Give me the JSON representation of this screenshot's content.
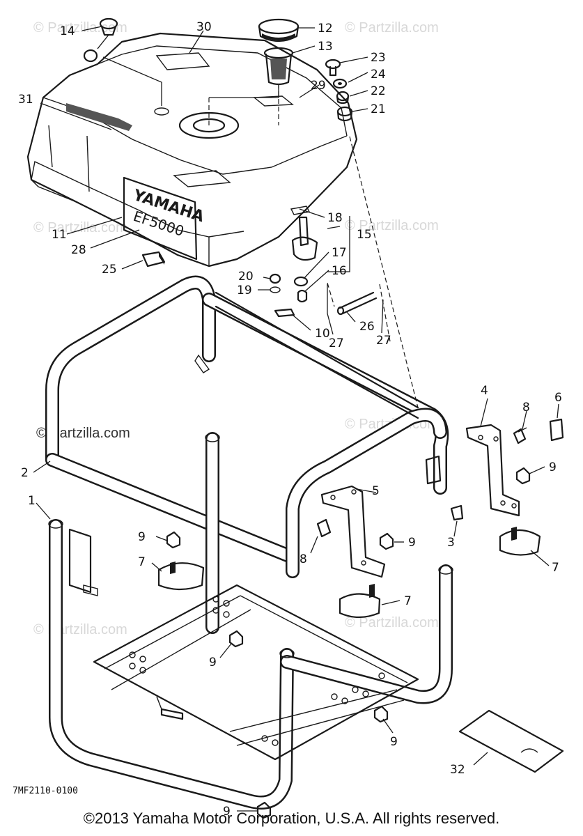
{
  "diagram": {
    "title": "",
    "drawing_code": "7MF2110-0100",
    "copyright": "©2013 Yamaha Motor Corporation, U.S.A. All rights reserved.",
    "watermark": "© Partzilla.com",
    "tank_brand": "YAMAHA",
    "tank_model": "EF5000",
    "callouts": {
      "c1": "1",
      "c2": "2",
      "c3": "3",
      "c4": "4",
      "c5": "5",
      "c6": "6",
      "c7a": "7",
      "c7b": "7",
      "c7c": "7",
      "c8a": "8",
      "c8b": "8",
      "c9a": "9",
      "c9b": "9",
      "c9c": "9",
      "c9d": "9",
      "c9e": "9",
      "c9f": "9",
      "c10": "10",
      "c11": "11",
      "c12": "12",
      "c13": "13",
      "c14": "14",
      "c15": "15",
      "c16": "16",
      "c17": "17",
      "c18": "18",
      "c19": "19",
      "c20": "20",
      "c21": "21",
      "c22": "22",
      "c23": "23",
      "c24": "24",
      "c25": "25",
      "c26": "26",
      "c27a": "27",
      "c27b": "27",
      "c28": "28",
      "c29": "29",
      "c30": "30",
      "c31": "31",
      "c32": "32"
    }
  }
}
